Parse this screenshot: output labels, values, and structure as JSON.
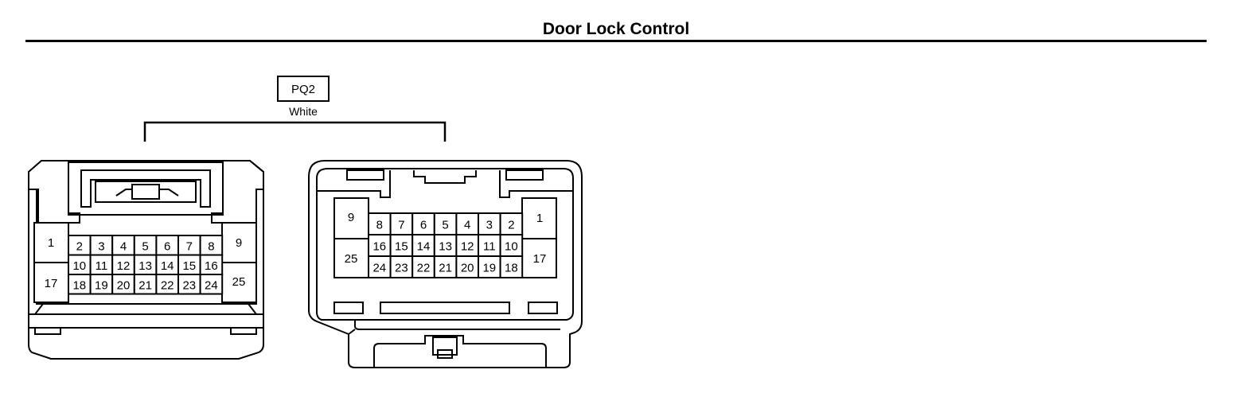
{
  "title": "Door Lock Control",
  "connector": {
    "code": "PQ2",
    "color": "White",
    "pins": {
      "small_top": [
        "2",
        "3",
        "4",
        "5",
        "6",
        "7",
        "8"
      ],
      "small_mid": [
        "10",
        "11",
        "12",
        "13",
        "14",
        "15",
        "16"
      ],
      "small_bot": [
        "18",
        "19",
        "20",
        "21",
        "22",
        "23",
        "24"
      ],
      "large_a_top": "1",
      "large_a_bot": "17",
      "large_b_top": "9",
      "large_b_bot": "25"
    },
    "pins_mirror": {
      "small_top": [
        "8",
        "7",
        "6",
        "5",
        "4",
        "3",
        "2"
      ],
      "small_mid": [
        "16",
        "15",
        "14",
        "13",
        "12",
        "11",
        "10"
      ],
      "small_bot": [
        "24",
        "23",
        "22",
        "21",
        "20",
        "19",
        "18"
      ],
      "large_a_top": "9",
      "large_a_bot": "25",
      "large_b_top": "1",
      "large_b_bot": "17"
    }
  }
}
